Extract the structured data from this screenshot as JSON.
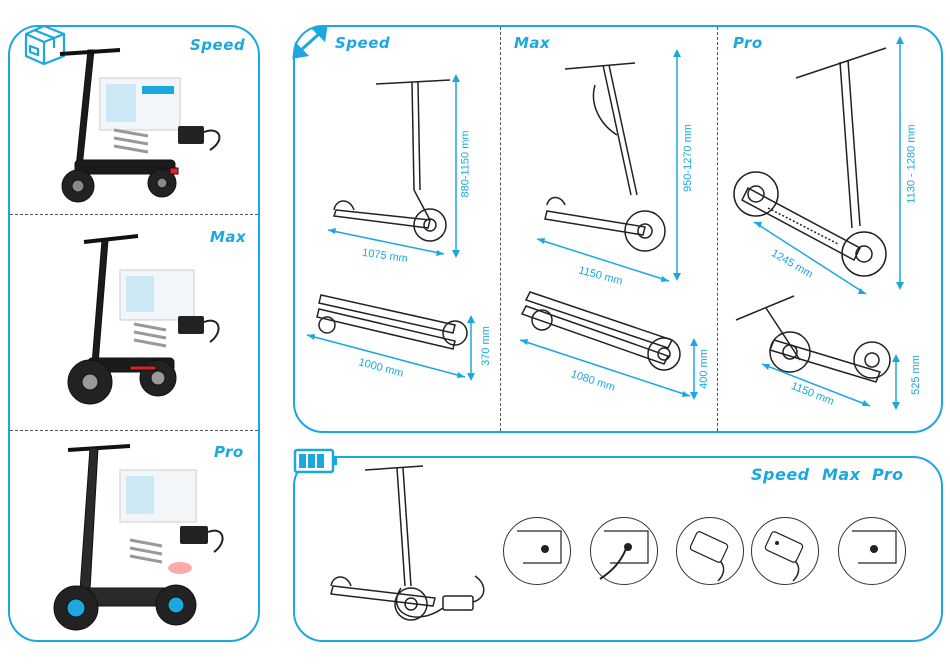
{
  "colors": {
    "accent": "#1aa8df",
    "line": "#222222",
    "dark": "#1b1b1b"
  },
  "box_panel": {
    "icon": "box-icon",
    "sections": [
      {
        "model": "Speed"
      },
      {
        "model": "Max"
      },
      {
        "model": "Pro"
      }
    ]
  },
  "dimensions_panel": {
    "icon": "expand-arrows-icon",
    "columns": [
      {
        "model": "Speed",
        "unfolded": {
          "length": "1075 mm",
          "height": "880-1150 mm"
        },
        "folded": {
          "length": "1000 mm",
          "height": "370 mm"
        }
      },
      {
        "model": "Max",
        "unfolded": {
          "length": "1150 mm",
          "height": "950-1270 mm"
        },
        "folded": {
          "length": "1080 mm",
          "height": "400 mm"
        }
      },
      {
        "model": "Pro",
        "unfolded": {
          "length": "1245 mm",
          "height": "1130 - 1280 mm"
        },
        "folded": {
          "length": "1150 mm",
          "height": "525 mm"
        }
      }
    ]
  },
  "charging_panel": {
    "icon": "battery-icon",
    "models": [
      "Speed",
      "Max",
      "Pro"
    ],
    "steps": [
      "charge-port-closed",
      "plug-connected",
      "charger-adapter",
      "charger-adapter-light",
      "charge-port-covered"
    ]
  }
}
